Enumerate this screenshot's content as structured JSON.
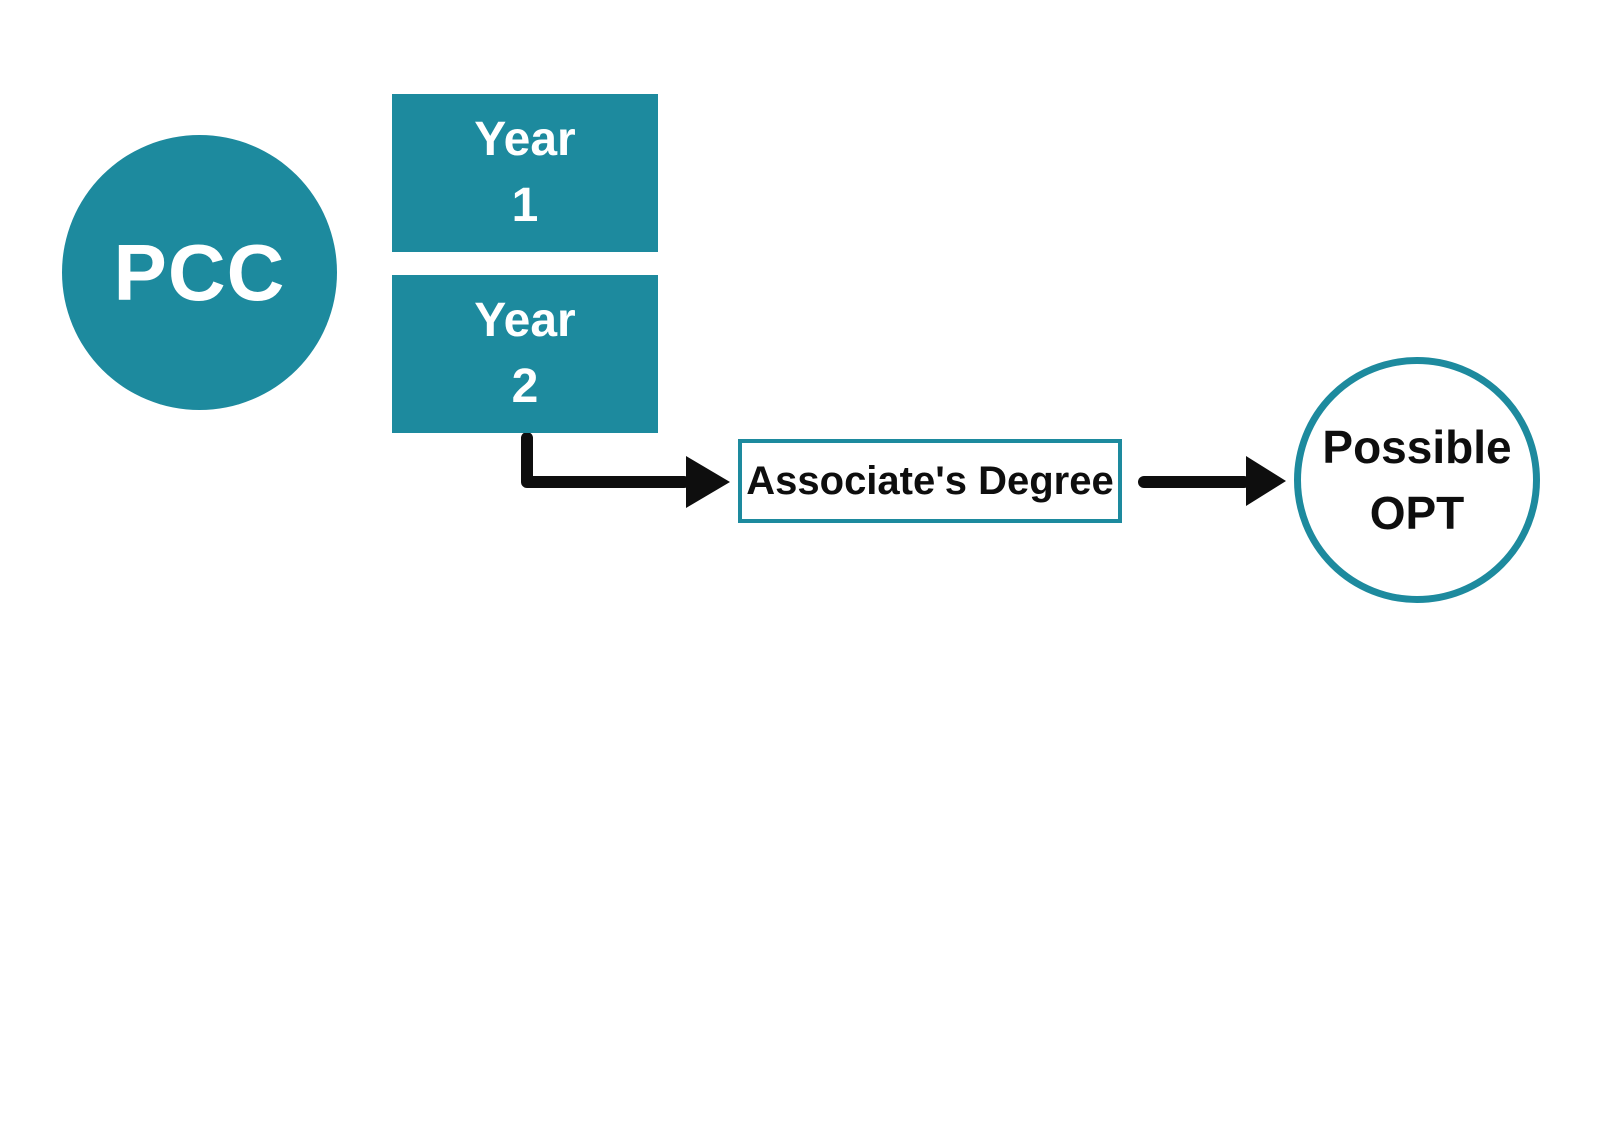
{
  "colors": {
    "teal": "#1d8a9e",
    "arrow": "#0e0e0e",
    "text-dark": "#0e0e0e",
    "text-light": "#ffffff",
    "background": "#ffffff"
  },
  "diagram": {
    "pcc": {
      "label": "PCC"
    },
    "year1": {
      "line1": "Year",
      "line2": "1"
    },
    "year2": {
      "line1": "Year",
      "line2": "2"
    },
    "associates": {
      "label": "Associate's Degree"
    },
    "opt": {
      "line1": "Possible",
      "line2": "OPT"
    }
  }
}
